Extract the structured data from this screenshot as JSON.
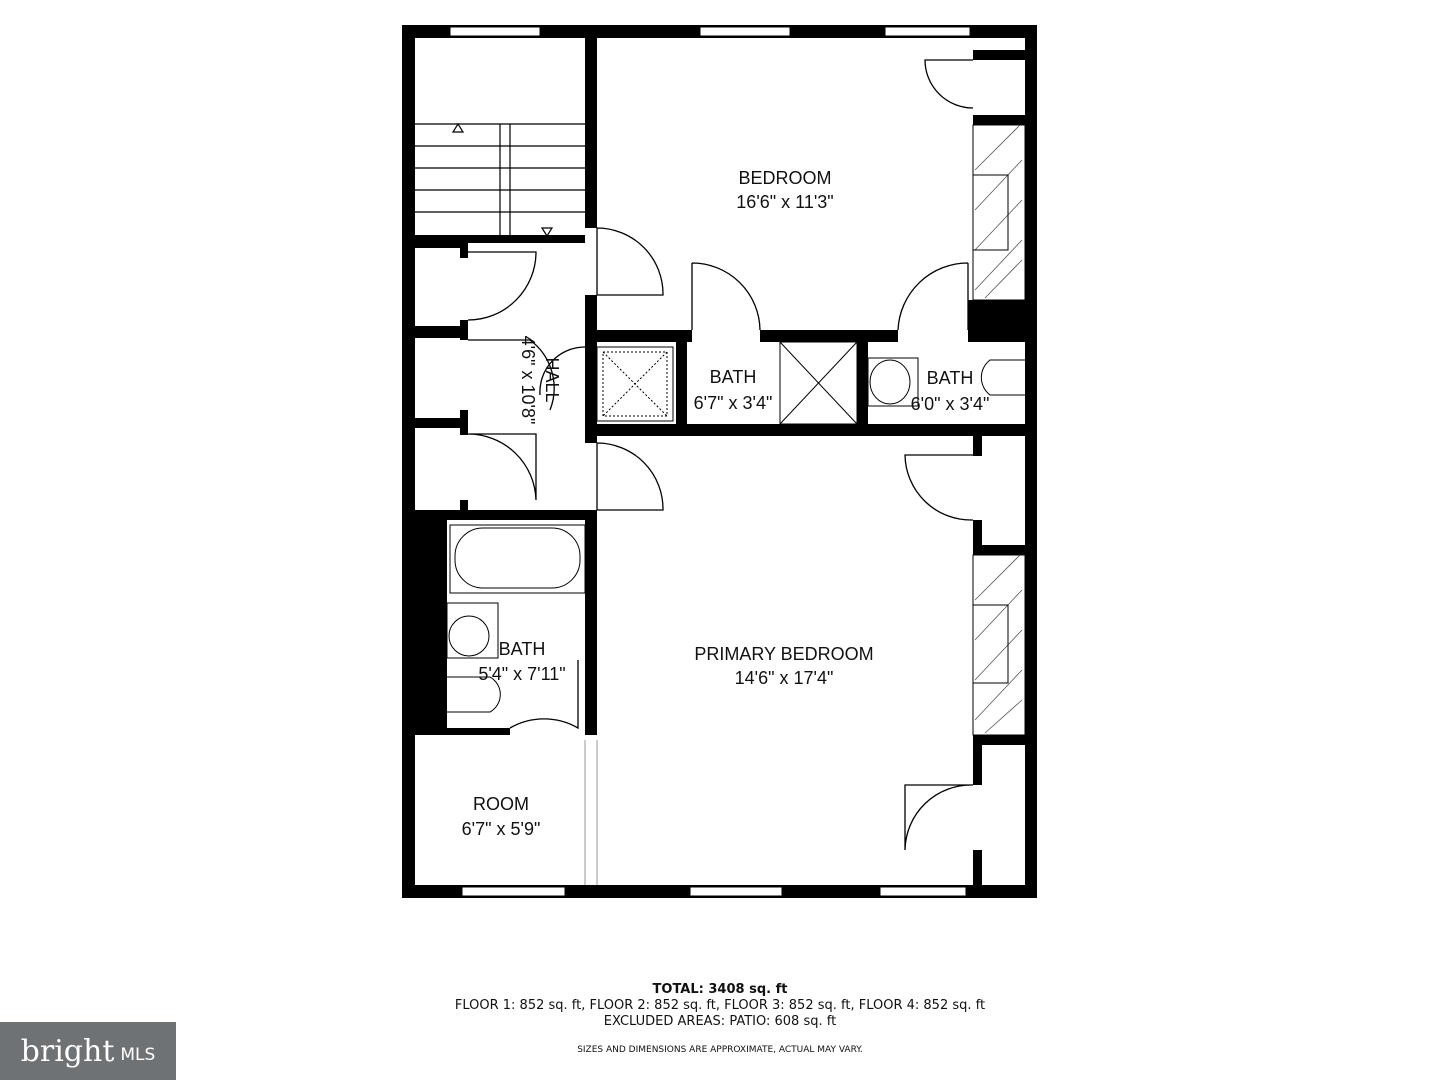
{
  "rooms": [
    {
      "name": "BEDROOM",
      "size": "16'6\" x 11'3\""
    },
    {
      "name": "HALL",
      "size": "4'6\" x 10'8\""
    },
    {
      "name": "BATH",
      "size": "6'7\" x 3'4\""
    },
    {
      "name": "BATH",
      "size": "6'0\" x 3'4\""
    },
    {
      "name": "BATH",
      "size": "5'4\" x 7'11\""
    },
    {
      "name": "PRIMARY BEDROOM",
      "size": "14'6\" x 17'4\""
    },
    {
      "name": "ROOM",
      "size": "6'7\" x 5'9\""
    }
  ],
  "footer": {
    "total": "TOTAL: 3408 sq. ft",
    "floors": "FLOOR 1: 852 sq. ft, FLOOR 2: 852 sq. ft, FLOOR 3: 852 sq. ft, FLOOR 4: 852 sq. ft",
    "excluded": "EXCLUDED AREAS: PATIO: 608 sq. ft",
    "disclaimer": "SIZES AND DIMENSIONS ARE APPROXIMATE, ACTUAL MAY VARY."
  },
  "logo": {
    "text": "bright",
    "suffix": "MLS",
    "bg": "#6f7275"
  },
  "colors": {
    "wall": "#000000",
    "background": "#ffffff"
  }
}
